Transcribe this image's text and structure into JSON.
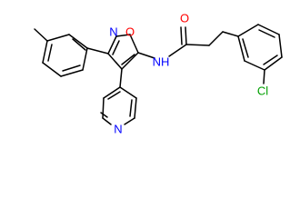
{
  "molecule": {
    "atom_labels": {
      "ring_oxygen": "O",
      "ring_nitrogen": "N",
      "amide_nh": "NH",
      "carbonyl_oxygen": "O",
      "chloro": "Cl",
      "pyridine_nitrogen": "N"
    },
    "colors": {
      "bond": "#000000",
      "carbon": "#000000",
      "oxygen": "#ff0000",
      "nitrogen": "#0000ff",
      "chlorine": "#00a000"
    }
  }
}
